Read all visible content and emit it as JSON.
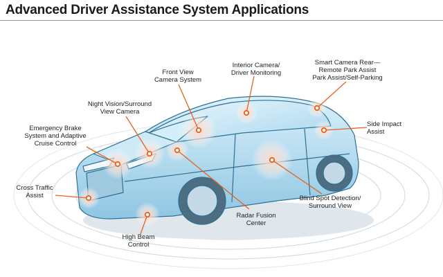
{
  "title": "Advanced Driver Assistance System Applications",
  "colors": {
    "accent": "#e8601c",
    "car_body": "#bfe3f4",
    "car_outline": "#2f6f94",
    "background": "#ffffff"
  },
  "labels": {
    "interior_camera": "Interior Camera/\nDriver Monitoring",
    "smart_camera_rear": "Smart Camera Rear—\nRemote Park Assist\nPark Assist/Self-Parking",
    "front_view_camera": "Front View\nCamera System",
    "night_vision": "Night Vision/Surround\nView Camera",
    "emergency_brake": "Emergency Brake\nSystem and Adaptive\nCruise Control",
    "side_impact": "Side Impact\nAssist",
    "cross_traffic": "Cross Traffic\nAssist",
    "blind_spot": "Blind Spot Detection/\nSurround View",
    "radar_fusion": "Radar Fusion\nCenter",
    "high_beam": "High Beam\nControl"
  }
}
